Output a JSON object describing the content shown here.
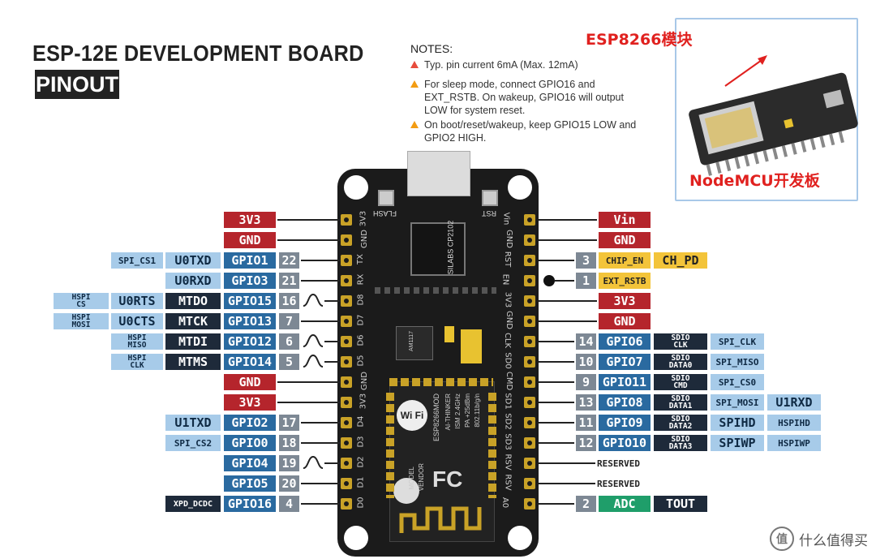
{
  "header": {
    "title": "ESP-12E DEVELOPMENT BOARD",
    "subtitle": "PINOUT"
  },
  "notes": {
    "heading": "NOTES:",
    "items": [
      {
        "text": "Typ. pin current 6mA (Max. 12mA)",
        "color": "#e74c3c"
      },
      {
        "text": "For sleep mode, connect GPIO16 and EXT_RSTB. On wakeup, GPIO16 will output LOW for system reset.",
        "color": "#f39c12"
      },
      {
        "text": "On boot/reset/wakeup, keep GPIO15 LOW and GPIO2 HIGH.",
        "color": "#f39c12"
      }
    ]
  },
  "photo": {
    "top_label": "ESP8266模块",
    "bottom_label": "NodeMCU开发板"
  },
  "board": {
    "flash_label": "FLASH",
    "rst_label": "RST",
    "chip_label": "SILABS CP2102",
    "reg_label": "AM1117",
    "module_lines": [
      "ESP8266MOD",
      "AI-THINKER",
      "ISM 2.4GHz",
      "PA +25dBm",
      "802.11b/g/n"
    ],
    "model_label": "MODEL",
    "vendor_label": "VENDOR",
    "fcc_label": "FC",
    "wifi_label": "Wi Fi",
    "left_pins": [
      "3V3",
      "GND",
      "TX",
      "RX",
      "D8",
      "D7",
      "D6",
      "D5",
      "GND",
      "3V3",
      "D4",
      "D3",
      "D2",
      "D1",
      "D0"
    ],
    "right_pins": [
      "Vin",
      "GND",
      "RST",
      "EN",
      "3V3",
      "GND",
      "CLK",
      "SD0",
      "CMD",
      "SD1",
      "SD2",
      "SD3",
      "RSV",
      "RSV",
      "A0"
    ]
  },
  "left_rows": [
    {
      "power": "3V3",
      "ptype": "red"
    },
    {
      "power": "GND",
      "ptype": "red"
    },
    {
      "num": "22",
      "gpio": "GPIO1",
      "f1": "U0TXD",
      "f2": "SPI_CS1"
    },
    {
      "num": "21",
      "gpio": "GPIO3",
      "f1": "U0RXD"
    },
    {
      "num": "16",
      "gpio": "GPIO15",
      "f1": "MTDO",
      "f2": "U0RTS",
      "f3": "HSPI\nCS",
      "pwm": true
    },
    {
      "num": "7",
      "gpio": "GPIO13",
      "f1": "MTCK",
      "f2": "U0CTS",
      "f3": "HSPI\nMOSI"
    },
    {
      "num": "6",
      "gpio": "GPIO12",
      "f1": "MTDI",
      "f2": "HSPI\nMISO",
      "pwm": true
    },
    {
      "num": "5",
      "gpio": "GPIO14",
      "f1": "MTMS",
      "f2": "HSPI\nCLK",
      "pwm": true
    },
    {
      "power": "GND",
      "ptype": "red"
    },
    {
      "power": "3V3",
      "ptype": "red"
    },
    {
      "num": "17",
      "gpio": "GPIO2",
      "f1": "U1TXD"
    },
    {
      "num": "18",
      "gpio": "GPIO0",
      "f1": "SPI_CS2"
    },
    {
      "num": "19",
      "gpio": "GPIO4",
      "pwm": true
    },
    {
      "num": "20",
      "gpio": "GPIO5"
    },
    {
      "num": "4",
      "gpio": "GPIO16",
      "f1": "XPD_DCDC"
    }
  ],
  "right_rows": [
    {
      "power": "Vin"
    },
    {
      "power": "GND"
    },
    {
      "num": "3",
      "f1": "CHIP_EN",
      "f2": "CH_PD"
    },
    {
      "num": "1",
      "f1": "EXT_RSTB"
    },
    {
      "power": "3V3"
    },
    {
      "power": "GND"
    },
    {
      "num": "14",
      "gpio": "GPIO6",
      "sdio": "SDIO\nCLK",
      "f1": "SPI_CLK"
    },
    {
      "num": "10",
      "gpio": "GPIO7",
      "sdio": "SDIO\nDATA0",
      "f1": "SPI_MISO"
    },
    {
      "num": "9",
      "gpio": "GPIO11",
      "sdio": "SDIO\nCMD",
      "f1": "SPI_CS0"
    },
    {
      "num": "13",
      "gpio": "GPIO8",
      "sdio": "SDIO\nDATA1",
      "f1": "SPI_MOSI",
      "f2": "U1RXD"
    },
    {
      "num": "11",
      "gpio": "GPIO9",
      "sdio": "SDIO\nDATA2",
      "f1": "SPIHD",
      "f2": "HSPIHD"
    },
    {
      "num": "12",
      "gpio": "GPIO10",
      "sdio": "SDIO\nDATA3",
      "f1": "SPIWP",
      "f2": "HSPIWP"
    },
    {
      "reserved": "RESERVED"
    },
    {
      "reserved": "RESERVED"
    },
    {
      "num": "2",
      "adc": "ADC",
      "f1": "TOUT"
    }
  ],
  "watermark": {
    "icon": "值",
    "text": "什么值得买"
  },
  "colors": {
    "red": "#b5252c",
    "blue": "#2a6aa0",
    "dark": "#1e2a3a",
    "light": "#a7cbe9",
    "num": "#7d8894",
    "yellow": "#f3c43a",
    "green": "#1f9e6a"
  }
}
